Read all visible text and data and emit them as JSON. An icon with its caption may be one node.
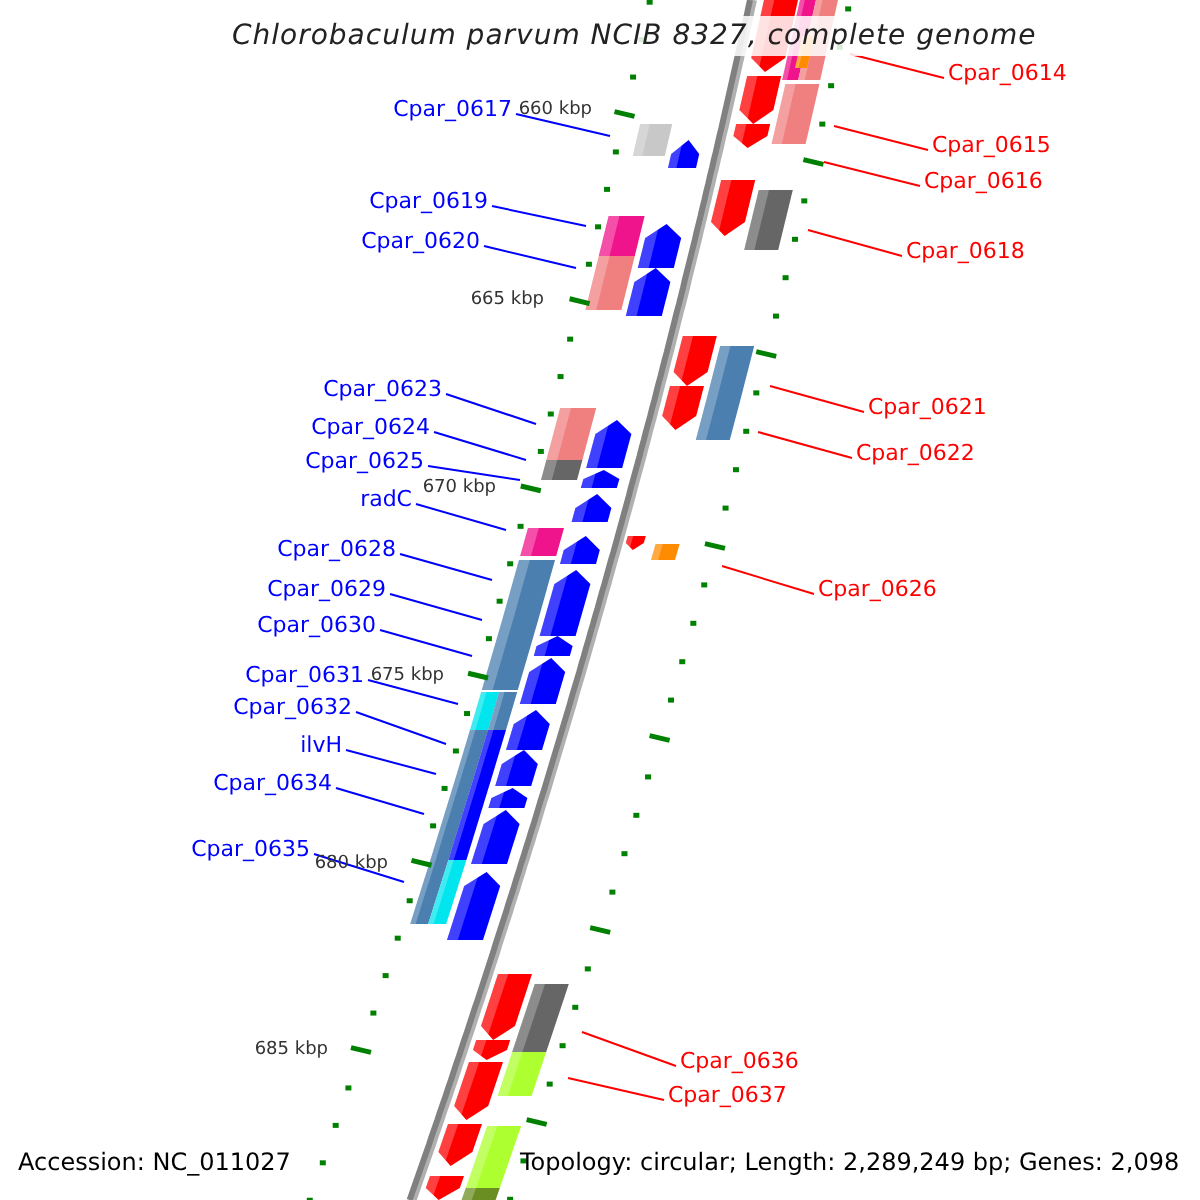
{
  "diagram": {
    "title": "Chlorobaculum parvum NCIB 8327, complete genome",
    "nodes": [
      {
        "text": [
          "Cpar_0614"
        ]
      },
      {
        "text": [
          "Cpar_0617"
        ]
      },
      {
        "text": [
          "Cpar_0615"
        ]
      },
      {
        "text": [
          "Cpar_0616"
        ]
      },
      {
        "text": [
          "Cpar_0619"
        ]
      },
      {
        "text": [
          "Cpar_0620"
        ]
      },
      {
        "text": [
          "Cpar_0618"
        ]
      },
      {
        "text": [
          "Cpar_0623"
        ]
      },
      {
        "text": [
          "Cpar_0621"
        ]
      },
      {
        "text": [
          "Cpar_0624"
        ]
      },
      {
        "text": [
          "Cpar_0622"
        ]
      },
      {
        "text": [
          "Cpar_0625"
        ]
      },
      {
        "text": [
          "radC"
        ]
      },
      {
        "text": [
          "Cpar_0628"
        ]
      },
      {
        "text": [
          "Cpar_0626"
        ]
      },
      {
        "text": [
          "Cpar_0629"
        ]
      },
      {
        "text": [
          "Cpar_0630"
        ]
      },
      {
        "text": [
          "Cpar_0631"
        ]
      },
      {
        "text": [
          "Cpar_0632"
        ]
      },
      {
        "text": [
          "ilvH"
        ]
      },
      {
        "text": [
          "Cpar_0634"
        ]
      },
      {
        "text": [
          "Cpar_0635"
        ]
      },
      {
        "text": [
          "Cpar_0636"
        ]
      },
      {
        "text": [
          "Cpar_0637"
        ]
      }
    ],
    "edges": [
      {
        "from": 0,
        "to": null,
        "arrow": "none",
        "color": "#ff0000"
      },
      {
        "from": 1,
        "to": null,
        "arrow": "none"
      },
      {
        "from": 2,
        "to": null,
        "arrow": "none",
        "color": "#ff0000"
      },
      {
        "from": 3,
        "to": null,
        "arrow": "none",
        "color": "#ff0000"
      },
      {
        "from": 4,
        "to": null,
        "arrow": "none"
      },
      {
        "from": 5,
        "to": null,
        "arrow": "none"
      },
      {
        "from": 6,
        "to": null,
        "arrow": "none",
        "color": "#ff0000"
      },
      {
        "from": 7,
        "to": null,
        "arrow": "none"
      },
      {
        "from": 8,
        "to": null,
        "arrow": "none",
        "color": "#ff0000"
      },
      {
        "from": 9,
        "to": null,
        "arrow": "none"
      },
      {
        "from": 10,
        "to": null,
        "arrow": "none",
        "color": "#ff0000"
      },
      {
        "from": 11,
        "to": null,
        "arrow": "none"
      },
      {
        "from": 12,
        "to": null,
        "arrow": "none"
      },
      {
        "from": 13,
        "to": null,
        "arrow": "none"
      },
      {
        "from": 14,
        "to": null,
        "arrow": "none",
        "color": "#ff0000"
      },
      {
        "from": 15,
        "to": null,
        "arrow": "none"
      },
      {
        "from": 16,
        "to": null,
        "arrow": "none"
      },
      {
        "from": 17,
        "to": null,
        "arrow": "none"
      },
      {
        "from": 18,
        "to": null,
        "arrow": "none"
      },
      {
        "from": 19,
        "to": null,
        "arrow": "none"
      },
      {
        "from": 20,
        "to": null,
        "arrow": "none"
      },
      {
        "from": 21,
        "to": null,
        "arrow": "none"
      },
      {
        "from": 22,
        "to": null,
        "arrow": "none",
        "color": "#ff0000"
      },
      {
        "from": 23,
        "to": null,
        "arrow": "none",
        "color": "#ff0000"
      }
    ],
    "labels": [
      "660 kbp",
      "665 kbp",
      "670 kbp",
      "675 kbp",
      "680 kbp",
      "685 kbp",
      "Accession: NC_011027",
      "Topology: circular; Length: 2,289,249 bp; Genes: 2,098"
    ]
  }
}
